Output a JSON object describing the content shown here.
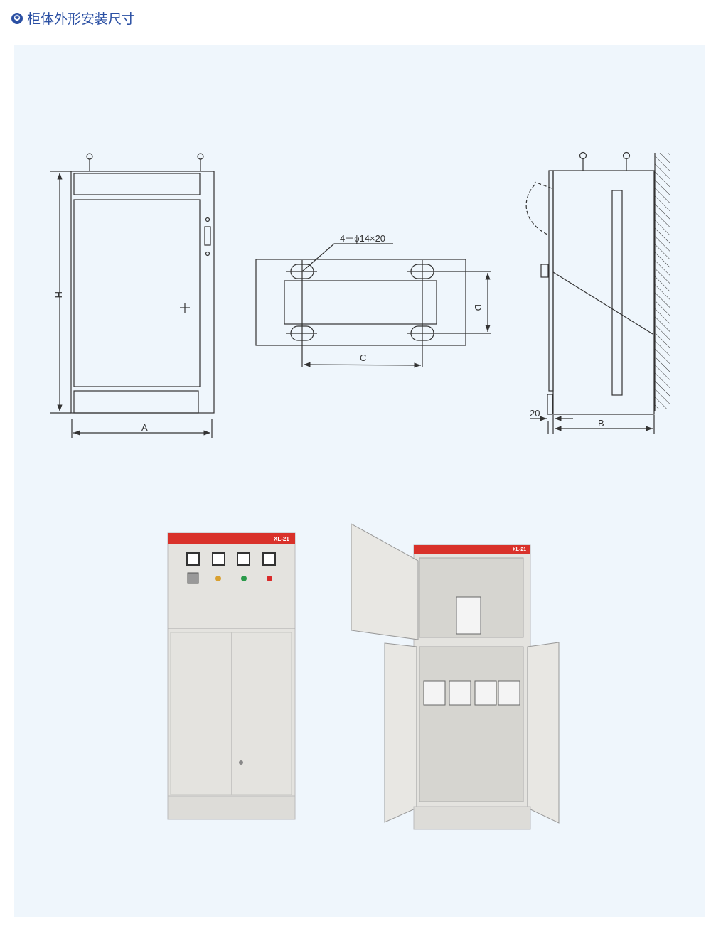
{
  "header": {
    "icon": "star-icon",
    "title": "柜体外形安装尺寸"
  },
  "drawings": {
    "front": {
      "height_label": "H",
      "width_label": "A"
    },
    "base": {
      "hole_label": "4－ϕ14×20",
      "c_label": "C",
      "d_label": "D"
    },
    "side": {
      "gap_label": "20",
      "depth_label": "B"
    }
  },
  "photos": {
    "cabinet_model": "XL-21",
    "brand_color": "#d9312a"
  }
}
